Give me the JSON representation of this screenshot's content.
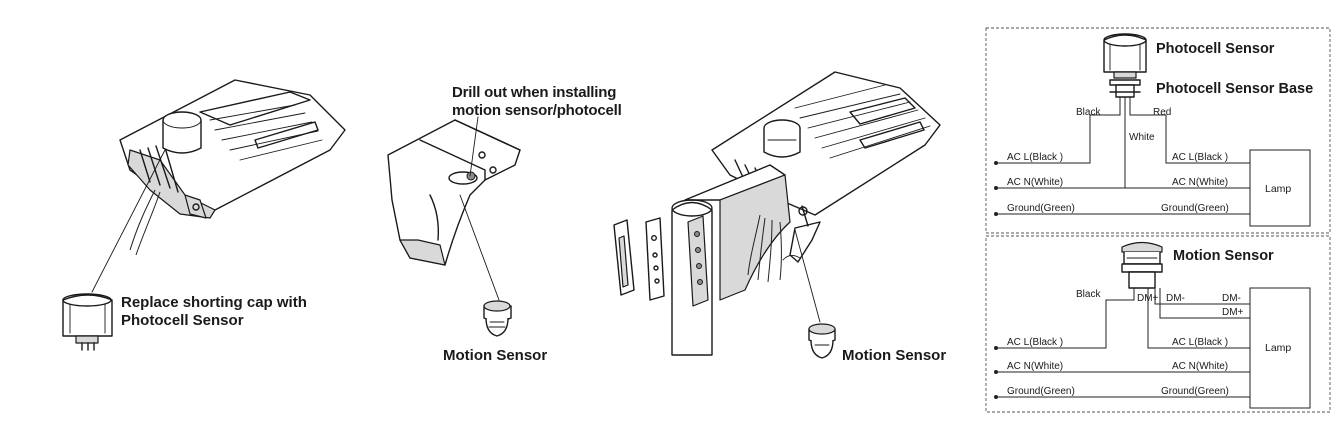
{
  "figure1": {
    "callout_line1": "Replace shorting cap with",
    "callout_line2": "Photocell Sensor"
  },
  "figure2": {
    "callout_line1": "Drill out when installing",
    "callout_line2": "motion sensor/photocell",
    "sensor_label": "Motion Sensor"
  },
  "figure3": {
    "sensor_label": "Motion Sensor"
  },
  "wiring_photocell": {
    "title": "Photocell Sensor",
    "base_title": "Photocell Sensor Base",
    "wire_black": "Black",
    "wire_red": "Red",
    "wire_white": "White",
    "left_ac_l": "AC  L(Black )",
    "left_ac_n": "AC  N(White)",
    "left_ground": "Ground(Green)",
    "right_ac_l": "AC  L(Black  )",
    "right_ac_n": "AC  N(White)",
    "right_ground": "Ground(Green)",
    "lamp": "Lamp"
  },
  "wiring_motion": {
    "title": "Motion Sensor",
    "wire_black": "Black",
    "dm_plus_left": "DM+",
    "dm_minus_left": "DM-",
    "dm_minus_right": "DM-",
    "dm_plus_right": "DM+",
    "left_ac_l": "AC  L(Black  )",
    "left_ac_n": "AC  N(White)",
    "left_ground": "Ground(Green)",
    "right_ac_l": "AC  L(Black  )",
    "right_ac_n": "AC  N(White)",
    "right_ground": "Ground(Green)",
    "lamp": "Lamp"
  }
}
